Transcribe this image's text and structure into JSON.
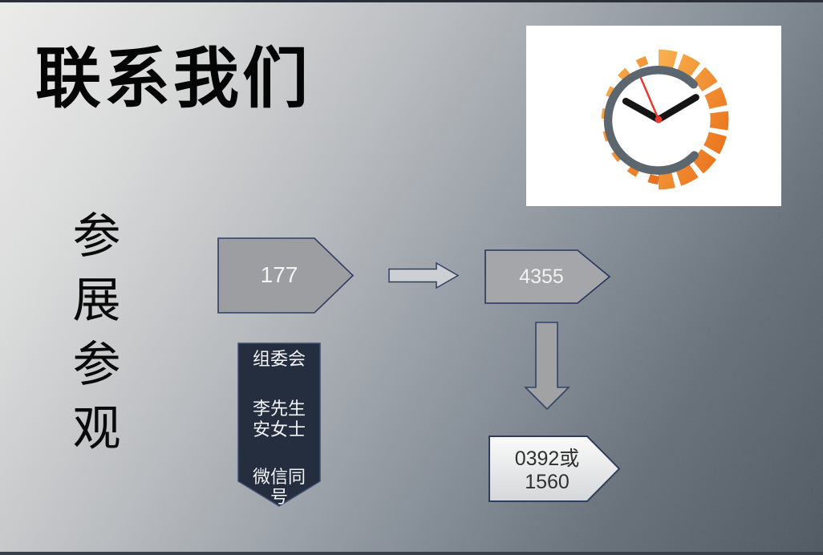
{
  "slide": {
    "title": "联系我们",
    "vertical_label": "参展参观"
  },
  "logo": {
    "name": "clock-logo",
    "accent_orange_light": "#f6a83f",
    "accent_orange_dark": "#ec7a20",
    "crescent_gray": "#5b666e",
    "second_hand_red": "#e8392e"
  },
  "flow": {
    "step1_label": "177",
    "step2_label": "4355",
    "step3_line1": "0392或",
    "step3_line2": "1560",
    "banner_lines": [
      "组委会",
      "李先生",
      "安女士",
      "微信同",
      "号"
    ]
  },
  "colors": {
    "background_light": "#f0f0ef",
    "background_dark": "#4a535d",
    "shape_gray": "#9d9ea1",
    "shape_border_navy": "#2f3f63",
    "banner_fill_navy": "#242e3f",
    "light_shape_fill": "#f7f8f8"
  }
}
